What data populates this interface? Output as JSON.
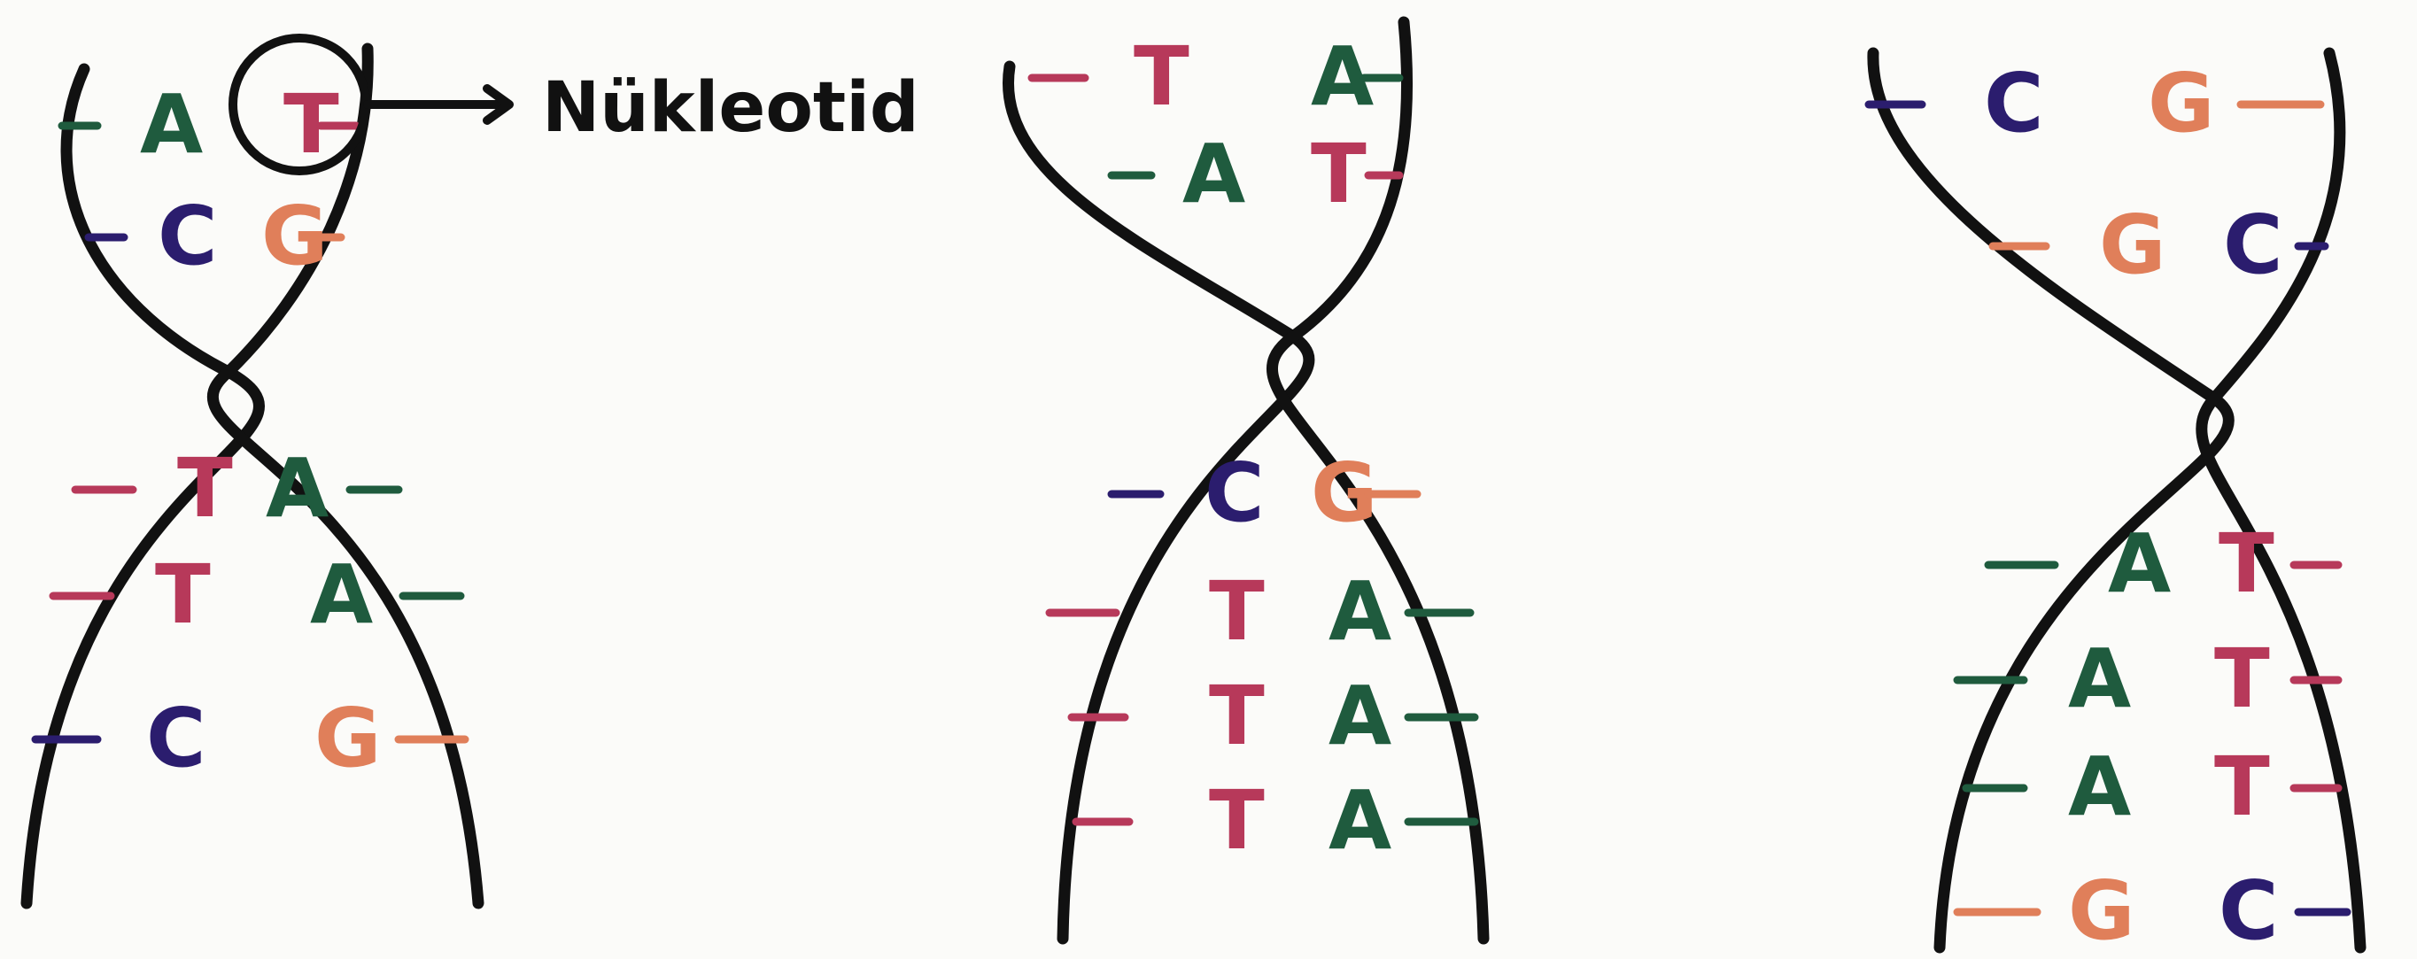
{
  "annotation": {
    "label": "Nükleotid",
    "pointer": "arrow-right-icon",
    "highlight": "circle-around-nucleotide"
  },
  "colors": {
    "A": "#1f5b3e",
    "T": "#b7395a",
    "C": "#2b1d6e",
    "G": "#e07f5a",
    "strand": "#111111",
    "paper": "#fbfbf9"
  },
  "helices": [
    {
      "name": "helix-1",
      "pairs": [
        {
          "left": "A",
          "right": "T"
        },
        {
          "left": "C",
          "right": "G"
        },
        {
          "left": "T",
          "right": "A"
        },
        {
          "left": "T",
          "right": "A"
        },
        {
          "left": "C",
          "right": "G"
        }
      ]
    },
    {
      "name": "helix-2",
      "pairs": [
        {
          "left": "T",
          "right": "A"
        },
        {
          "left": "A",
          "right": "T"
        },
        {
          "left": "C",
          "right": "G"
        },
        {
          "left": "T",
          "right": "A"
        },
        {
          "left": "T",
          "right": "A"
        },
        {
          "left": "T",
          "right": "A"
        }
      ]
    },
    {
      "name": "helix-3",
      "pairs": [
        {
          "left": "C",
          "right": "G"
        },
        {
          "left": "G",
          "right": "C"
        },
        {
          "left": "A",
          "right": "T"
        },
        {
          "left": "A",
          "right": "T"
        },
        {
          "left": "A",
          "right": "T"
        },
        {
          "left": "G",
          "right": "C"
        }
      ]
    }
  ]
}
